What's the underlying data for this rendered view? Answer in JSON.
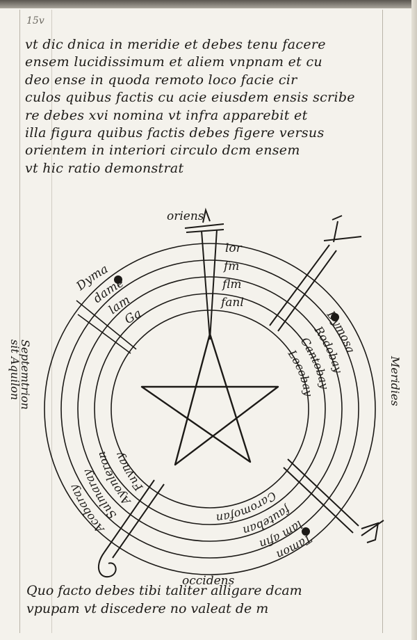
{
  "folio": "15v",
  "text_lines": [
    "vt dic dnica in meridie et debes tenu facere",
    "ensem lucidissimum et aliem vnpnam et cu",
    "deo ense in quoda remoto loco facie cir",
    "culos quibus factis cu acie eiusdem ensis scribe",
    "re debes xvi nomina vt infra apparebit et",
    "illa figura quibus factis debes figere versus",
    "orientem in interiori circulo dcm ensem",
    "vt hic ratio demonstrat"
  ],
  "footer_lines": [
    "Quo facto debes tibi taliter alligare dcam",
    "vpupam vt discedere no valeat de m"
  ],
  "margin_left": [
    "Septemtrion",
    "sit Aquilon"
  ],
  "margin_right": "Meridies",
  "diagram": {
    "label_top": "oriens",
    "label_bottom": "occidens",
    "upper_left_names": [
      "Dyma",
      "dame",
      "lam",
      "Ga"
    ],
    "upper_right_names": [
      "lor",
      "fm",
      "flm",
      "fanl"
    ],
    "right_names": [
      "Dymosa",
      "Rodobay",
      "Cantobay",
      "Locobay"
    ],
    "left_names": [
      "Acobaray",
      "Sulmaray",
      "Ayonleron",
      "Fuynay"
    ],
    "bottom_names": [
      "Tamon",
      "lam afin",
      "fauteban",
      "Caromofan"
    ]
  },
  "colors": {
    "ink": "#1c1a17",
    "parchment": "#f4f2ec",
    "ruling": "#b9b4a8"
  }
}
